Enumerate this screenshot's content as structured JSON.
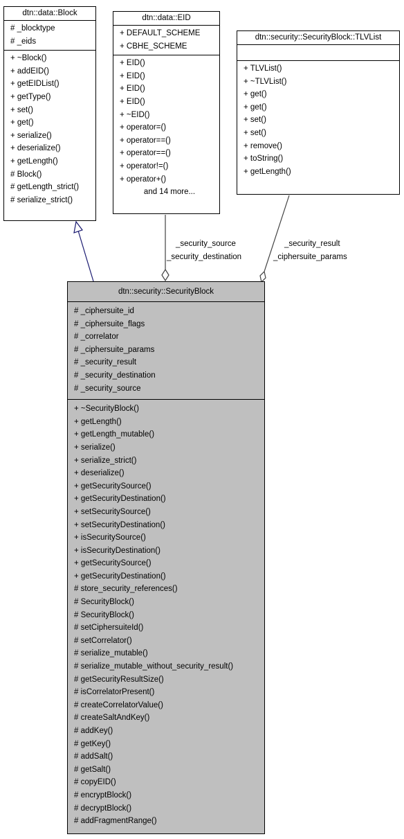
{
  "classes": {
    "block": {
      "title": "dtn::data::Block",
      "attributes": [
        "# _blocktype",
        "# _eids"
      ],
      "methods": [
        "+ ~Block()",
        "+ addEID()",
        "+ getEIDList()",
        "+ getType()",
        "+ set()",
        "+ get()",
        "+ serialize()",
        "+ deserialize()",
        "+ getLength()",
        "# Block()",
        "# getLength_strict()",
        "# serialize_strict()"
      ]
    },
    "eid": {
      "title": "dtn::data::EID",
      "attributes": [
        "+ DEFAULT_SCHEME",
        "+ CBHE_SCHEME"
      ],
      "methods": [
        "+ EID()",
        "+ EID()",
        "+ EID()",
        "+ EID()",
        "+ ~EID()",
        "+ operator=()",
        "+ operator==()",
        "+ operator==()",
        "+ operator!=()",
        "+ operator+()"
      ],
      "more": "and 14 more..."
    },
    "tlvlist": {
      "title": "dtn::security::SecurityBlock::TLVList",
      "attributes": [],
      "methods": [
        "+ TLVList()",
        "+ ~TLVList()",
        "+ get()",
        "+ get()",
        "+ set()",
        "+ set()",
        "+ remove()",
        "+ toString()",
        "+ getLength()"
      ]
    },
    "securityblock": {
      "title": "dtn::security::SecurityBlock",
      "attributes": [
        "# _ciphersuite_id",
        "# _ciphersuite_flags",
        "# _correlator",
        "# _ciphersuite_params",
        "# _security_result",
        "# _security_destination",
        "# _security_source"
      ],
      "methods": [
        "+ ~SecurityBlock()",
        "+ getLength()",
        "+ getLength_mutable()",
        "+ serialize()",
        "+ serialize_strict()",
        "+ deserialize()",
        "+ getSecuritySource()",
        "+ getSecurityDestination()",
        "+ setSecuritySource()",
        "+ setSecurityDestination()",
        "+ isSecuritySource()",
        "+ isSecurityDestination()",
        "+ getSecuritySource()",
        "+ getSecurityDestination()",
        "# store_security_references()",
        "# SecurityBlock()",
        "# SecurityBlock()",
        "# setCiphersuiteId()",
        "# setCorrelator()",
        "# serialize_mutable()",
        "# serialize_mutable_without_security_result()",
        "# getSecurityResultSize()",
        "# isCorrelatorPresent()",
        "# createCorrelatorValue()",
        "# createSaltAndKey()",
        "# addKey()",
        "# getKey()",
        "# addSalt()",
        "# getSalt()",
        "# copyEID()",
        "# encryptBlock()",
        "# decryptBlock()",
        "# addFragmentRange()"
      ]
    }
  },
  "edges": {
    "eid_labels": [
      "_security_source",
      "_security_destination"
    ],
    "tlv_labels": [
      "_security_result",
      "_ciphersuite_params"
    ]
  },
  "colors": {
    "main_fill": "#bfbfbf",
    "inherit_edge": "#191970",
    "assoc_edge": "#404040"
  }
}
